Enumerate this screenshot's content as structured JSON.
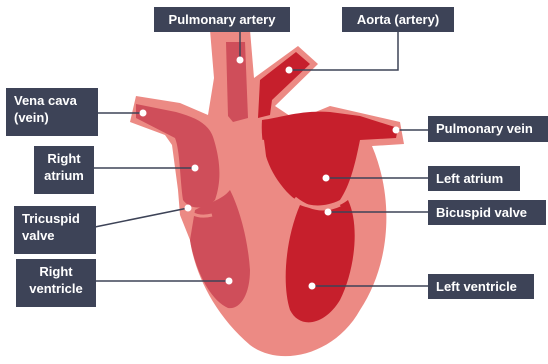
{
  "labels": {
    "pulmonary_artery": "Pulmonary artery",
    "aorta": "Aorta (artery)",
    "vena_cava_line1": "Vena cava",
    "vena_cava_line2": "(vein)",
    "pulmonary_vein": "Pulmonary vein",
    "right_atrium_line1": "Right",
    "right_atrium_line2": "atrium",
    "left_atrium": "Left atrium",
    "tricuspid_line1": "Tricuspid",
    "tricuspid_line2": "valve",
    "bicuspid": "Bicuspid valve",
    "right_ventricle_line1": "Right",
    "right_ventricle_line2": "ventricle",
    "left_ventricle": "Left ventricle"
  },
  "colors": {
    "outer_wall": "#ec8a84",
    "right_side": "#cf4e5a",
    "left_side": "#c61f2c",
    "label_bg": "#3d4357",
    "label_text": "#ffffff",
    "leader_line": "#3d4357",
    "marker_dot": "#ffffff"
  }
}
